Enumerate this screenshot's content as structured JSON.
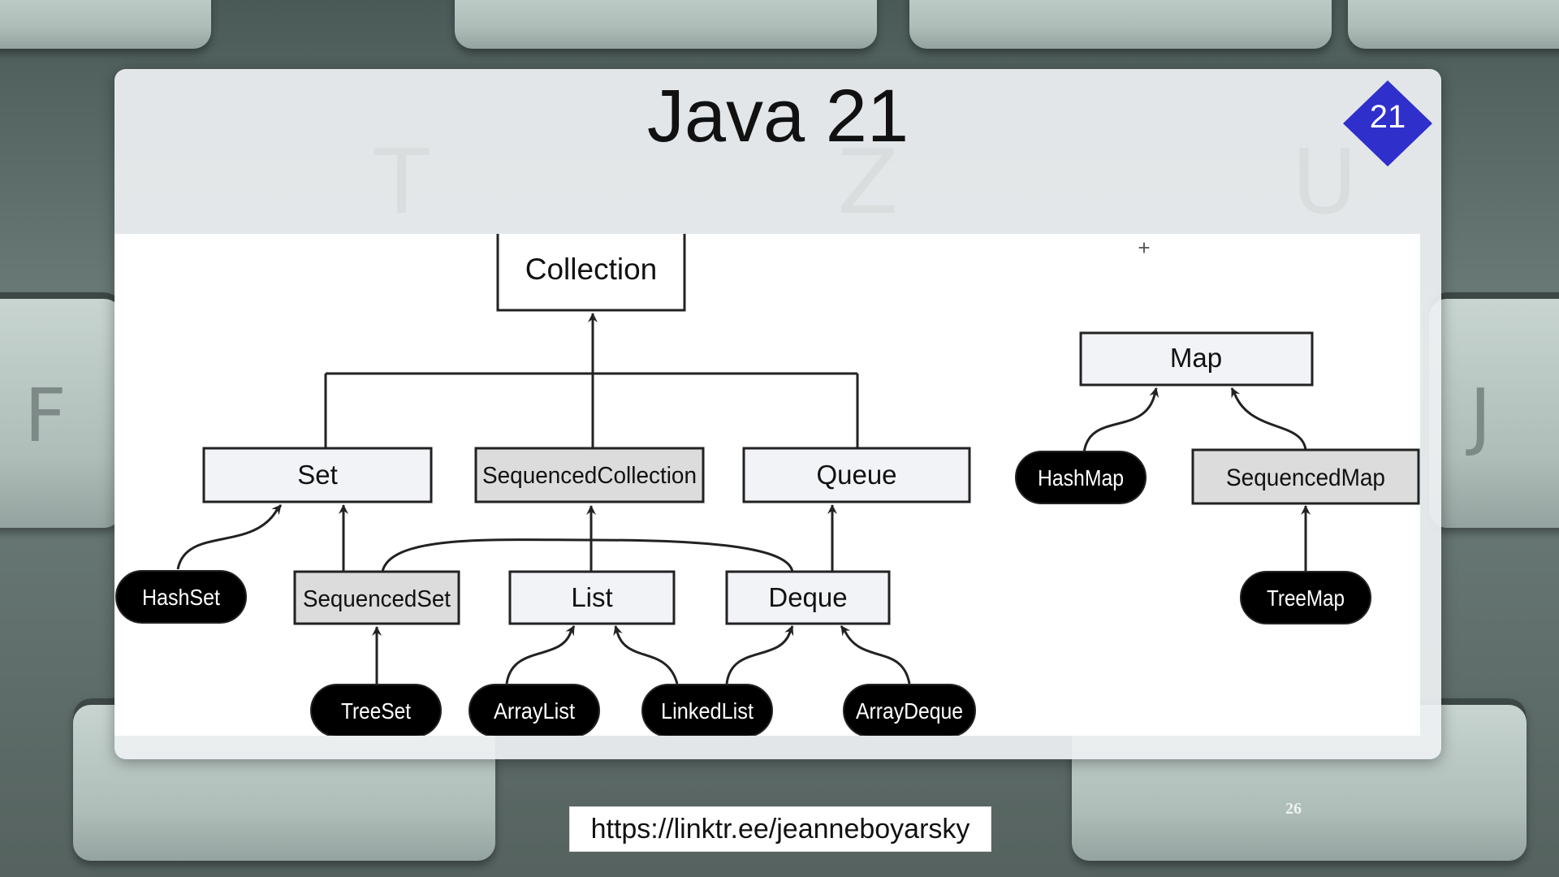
{
  "slide": {
    "title": "Java 21",
    "badge": "21",
    "url": "https://linktr.ee/jeanneboyarsky",
    "page_number": "26",
    "colors": {
      "badge": "#2f2fcc",
      "interface_fill": "#f2f3f6",
      "sequenced_fill": "#dcdcdc",
      "class_fill": "#000000"
    }
  },
  "background_keys": [
    "T",
    "Z",
    "U",
    "F",
    "J"
  ],
  "diagram": {
    "interfaces": {
      "collection": "Collection",
      "set": "Set",
      "sequenced_collection": "SequencedCollection",
      "queue": "Queue",
      "sequenced_set": "SequencedSet",
      "list": "List",
      "deque": "Deque",
      "map": "Map",
      "sequenced_map": "SequencedMap"
    },
    "classes": {
      "hashset": "HashSet",
      "treeset": "TreeSet",
      "arraylist": "ArrayList",
      "linkedlist": "LinkedList",
      "arraydeque": "ArrayDeque",
      "hashmap": "HashMap",
      "treemap": "TreeMap"
    },
    "plus_mark": "+"
  }
}
